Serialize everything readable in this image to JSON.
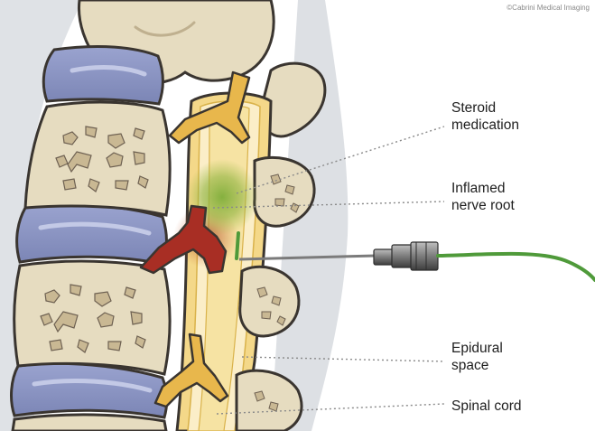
{
  "credit": "©Cabrini Medical Imaging",
  "labels": {
    "steroid": [
      "Steroid",
      "medication"
    ],
    "inflamed": [
      "Inflamed",
      "nerve root"
    ],
    "epidural": [
      "Epidural",
      "space"
    ],
    "cord": [
      "Spinal cord"
    ]
  },
  "colors": {
    "bone": "#e6dcc0",
    "bone_outline": "#3a3530",
    "spongy": "#c7b48f",
    "disc": "#8e98c4",
    "nerve": "#e8b74c",
    "inflamed_nerve": "#a82e24",
    "steroid": "#7fae3a",
    "catheter": "#4f9a3a",
    "background_shadow": "#dcdfe4"
  }
}
